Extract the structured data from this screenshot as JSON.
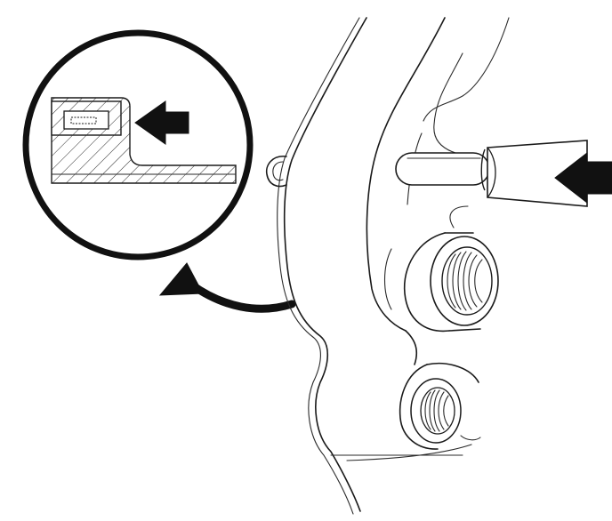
{
  "figure": {
    "colors": {
      "line": "#1a1a1a",
      "fill": "#111111",
      "background": "#ffffff"
    },
    "elements": [
      "detail-magnifier-circle",
      "seal-cross-section-detail",
      "press-direction-arrow",
      "curved-callout-arrow",
      "housing-outline",
      "installer-drift-tool",
      "tool-direction-arrow",
      "upper-threaded-bore",
      "lower-threaded-bore"
    ]
  }
}
